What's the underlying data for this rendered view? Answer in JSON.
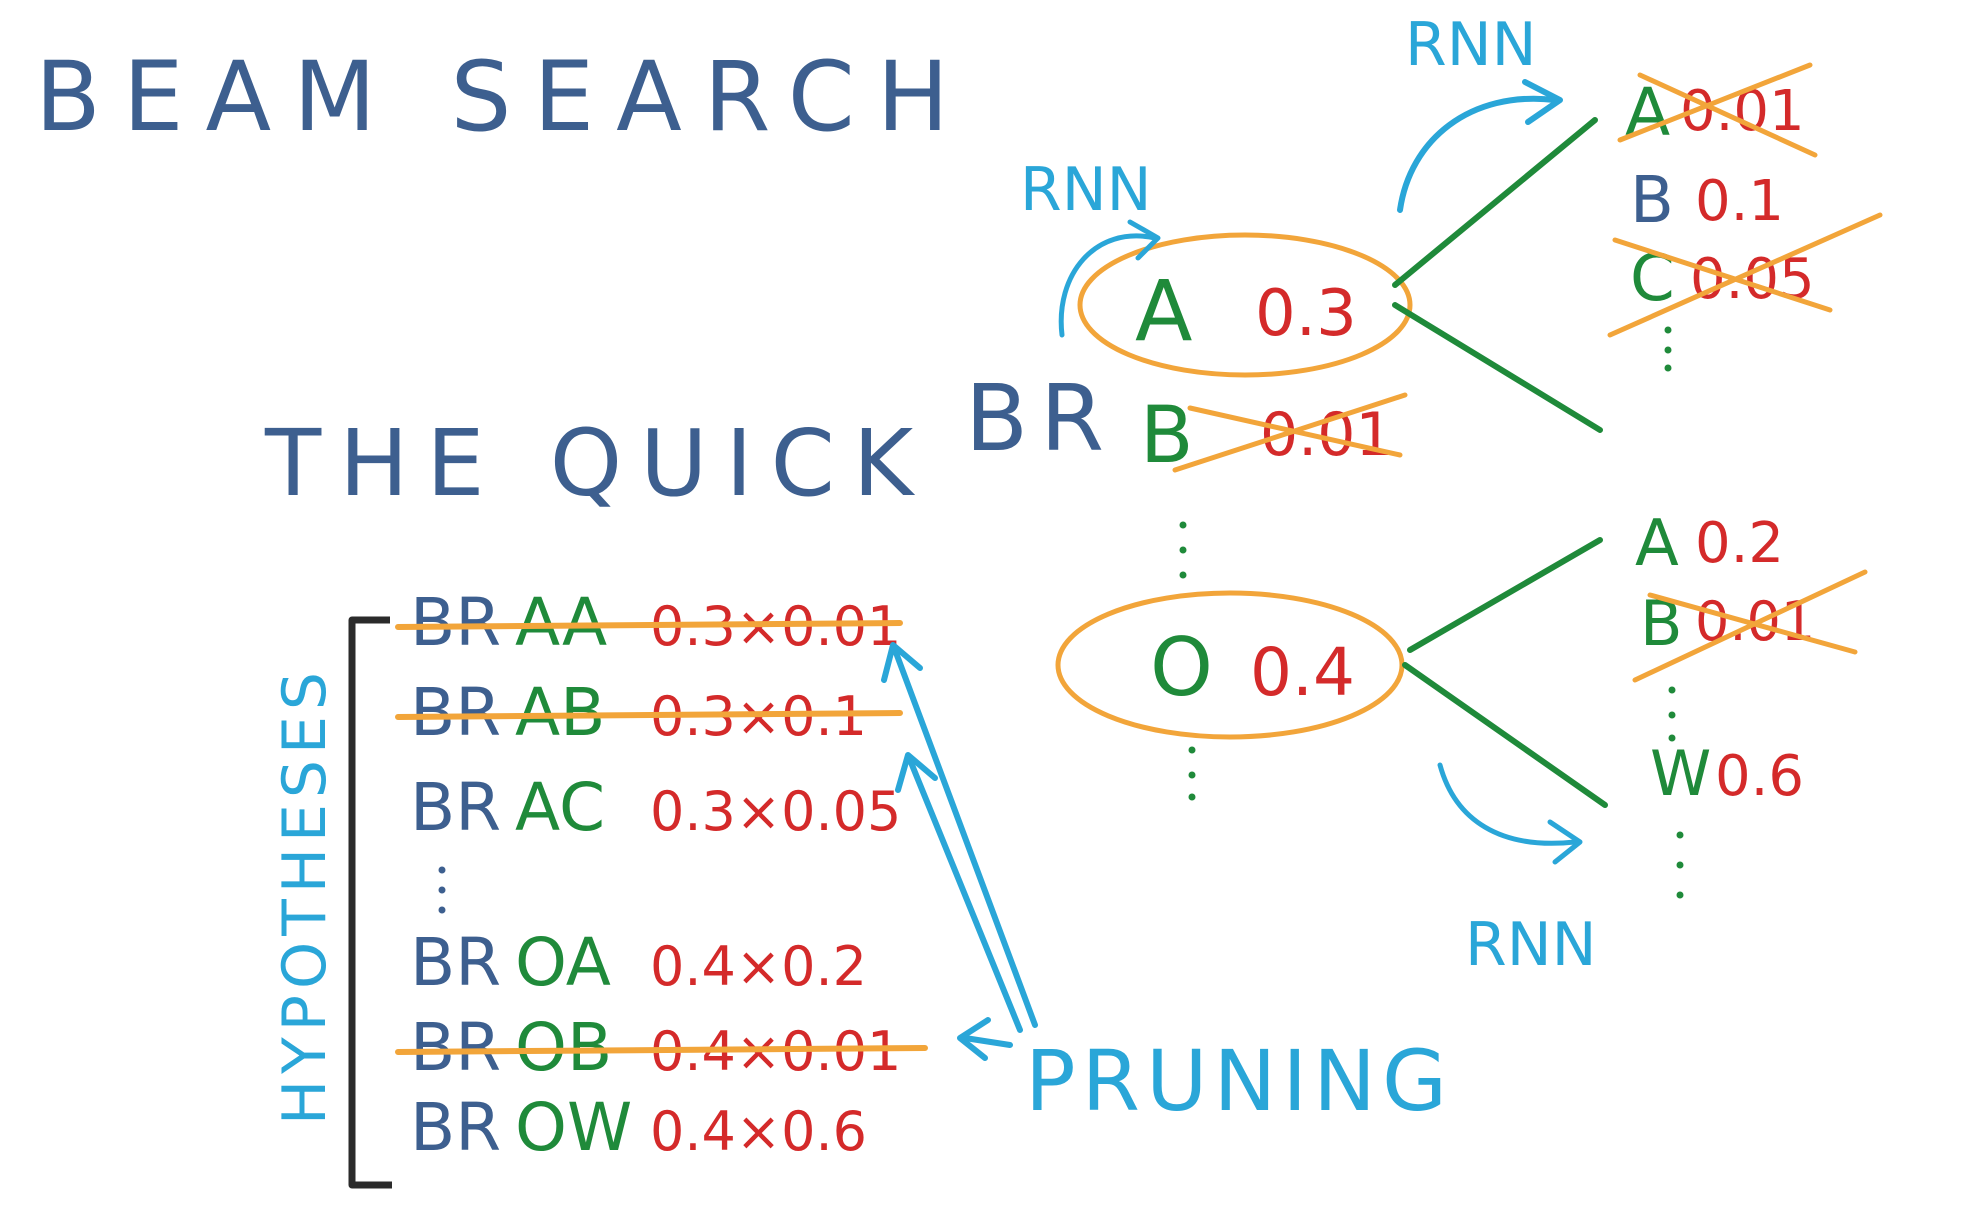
{
  "title": "BEAM SEARCH",
  "prompt": {
    "prefix": "THE QUICK",
    "current": "BR"
  },
  "vertical_label": "HYPOTHESES",
  "pruning_label": "PRUNING",
  "rnn_labels": [
    "RNN",
    "RNN",
    "RNN"
  ],
  "tree": {
    "level1": [
      {
        "letter": "A",
        "prob": "0.3",
        "kept": true
      },
      {
        "letter": "B",
        "prob": "0.01",
        "kept": false
      },
      {
        "letter": "O",
        "prob": "0.4",
        "kept": true
      }
    ],
    "from_A": [
      {
        "letter": "A",
        "prob": "0.01",
        "kept": false
      },
      {
        "letter": "B",
        "prob": "0.1",
        "kept": true
      },
      {
        "letter": "C",
        "prob": "0.05",
        "kept": false
      }
    ],
    "from_O": [
      {
        "letter": "A",
        "prob": "0.2",
        "kept": true
      },
      {
        "letter": "B",
        "prob": "0.01",
        "kept": false
      },
      {
        "letter": "W",
        "prob": "0.6",
        "kept": true
      }
    ]
  },
  "hypotheses": [
    {
      "prefix": "BR",
      "suffix": "AA",
      "score": "0.3×0.01",
      "pruned": true
    },
    {
      "prefix": "BR",
      "suffix": "AB",
      "score": "0.3×0.1",
      "pruned": true
    },
    {
      "prefix": "BR",
      "suffix": "AC",
      "score": "0.3×0.05",
      "pruned": false
    },
    {
      "prefix": "BR",
      "suffix": "OA",
      "score": "0.4×0.2",
      "pruned": false
    },
    {
      "prefix": "BR",
      "suffix": "OB",
      "score": "0.4×0.01",
      "pruned": true
    },
    {
      "prefix": "BR",
      "suffix": "OW",
      "score": "0.4×0.6",
      "pruned": false
    }
  ],
  "colors": {
    "blue_text": "#3d5f8f",
    "green": "#1f8a3a",
    "red": "#d42a2a",
    "orange": "#f2a53a",
    "cyan": "#2aa6d8",
    "black": "#2b2b2b"
  }
}
